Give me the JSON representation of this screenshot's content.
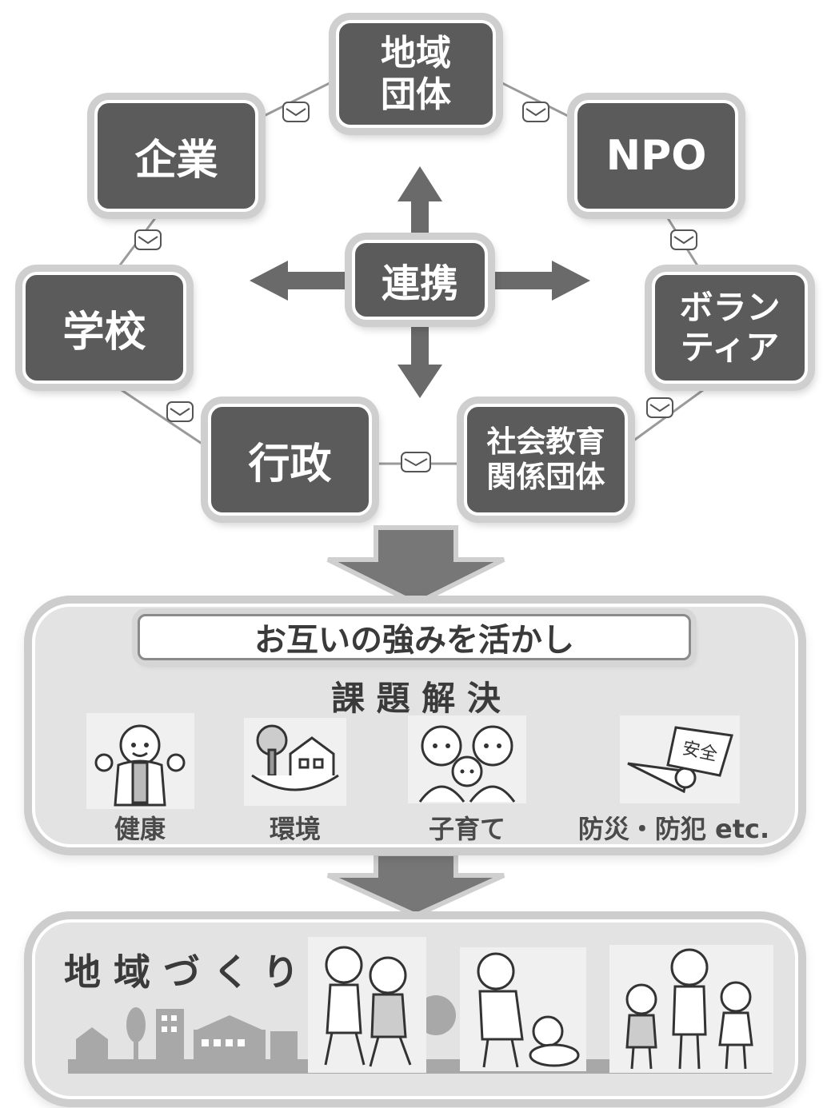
{
  "nodes": {
    "chiiki": "地域\n団体",
    "kigyo": "企業",
    "npo": "NPO",
    "gakko": "学校",
    "volunteer": "ボラン\nティア",
    "gyosei": "行政",
    "shakai": "社会教育\n関係団体"
  },
  "center": {
    "label": "連携"
  },
  "solve": {
    "banner": "お互いの強みを活かし",
    "title": "課 題 解 決",
    "items": [
      "健康",
      "環境",
      "子育て",
      "防災・防犯 etc."
    ],
    "flag_text": "安全"
  },
  "community": {
    "title": "地 域 づ く り"
  },
  "colors": {
    "node_fill": "#5b5b5b",
    "node_outline": "#cfcfcf",
    "arrow": "#6a6a6a",
    "panel": "#e3e3e3",
    "text_dark": "#3a3a3a"
  }
}
